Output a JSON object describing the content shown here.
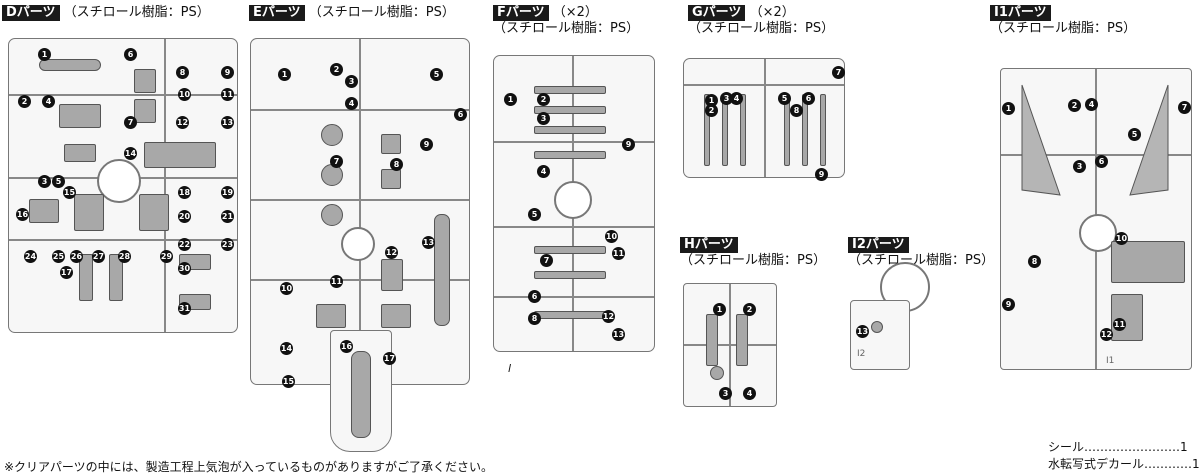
{
  "parts": {
    "D": {
      "tag": "Dパーツ",
      "sub": "（スチロール樹脂：PS）"
    },
    "E": {
      "tag": "Eパーツ",
      "sub": "（スチロール樹脂：PS）"
    },
    "F": {
      "tag": "Fパーツ",
      "mult": "（×2）",
      "sub": "（スチロール樹脂：PS）"
    },
    "G": {
      "tag": "Gパーツ",
      "mult": "（×2）",
      "sub": "（スチロール樹脂：PS）"
    },
    "H": {
      "tag": "Hパーツ",
      "sub": "（スチロール樹脂：PS）"
    },
    "I2": {
      "tag": "I2パーツ",
      "sub": "（スチロール樹脂：PS）"
    },
    "I1": {
      "tag": "I1パーツ",
      "sub": "（スチロール樹脂：PS）"
    }
  },
  "footnote": "※クリアパーツの中には、製造工程上気泡が入っているものがありますがご了承ください。",
  "extras": [
    {
      "label": "シール……………………1"
    },
    {
      "label": "水転写式デカール…………1"
    }
  ],
  "sprue_marks": {
    "i2": "I2",
    "i1": "I1",
    "f": "l"
  },
  "numbers": {
    "D": [
      "1",
      "6",
      "8",
      "9",
      "2",
      "4",
      "10",
      "11",
      "7",
      "12",
      "13",
      "14",
      "3",
      "5",
      "15",
      "16",
      "18",
      "19",
      "20",
      "21",
      "22",
      "23",
      "24",
      "25",
      "26",
      "27",
      "28",
      "29",
      "17",
      "30",
      "31"
    ],
    "E": [
      "1",
      "2",
      "3",
      "4",
      "5",
      "6",
      "7",
      "8",
      "9",
      "10",
      "11",
      "12",
      "13",
      "14",
      "15",
      "16",
      "17"
    ],
    "F": [
      "1",
      "2",
      "3",
      "4",
      "5",
      "6",
      "7",
      "8",
      "9",
      "10",
      "11",
      "12",
      "13"
    ],
    "G": [
      "1",
      "2",
      "3",
      "4",
      "5",
      "6",
      "7",
      "8",
      "9"
    ],
    "H": [
      "1",
      "2",
      "3",
      "4"
    ],
    "I2": [
      "13"
    ],
    "I1": [
      "1",
      "2",
      "3",
      "4",
      "5",
      "6",
      "7",
      "8",
      "9",
      "10",
      "11",
      "12"
    ]
  }
}
